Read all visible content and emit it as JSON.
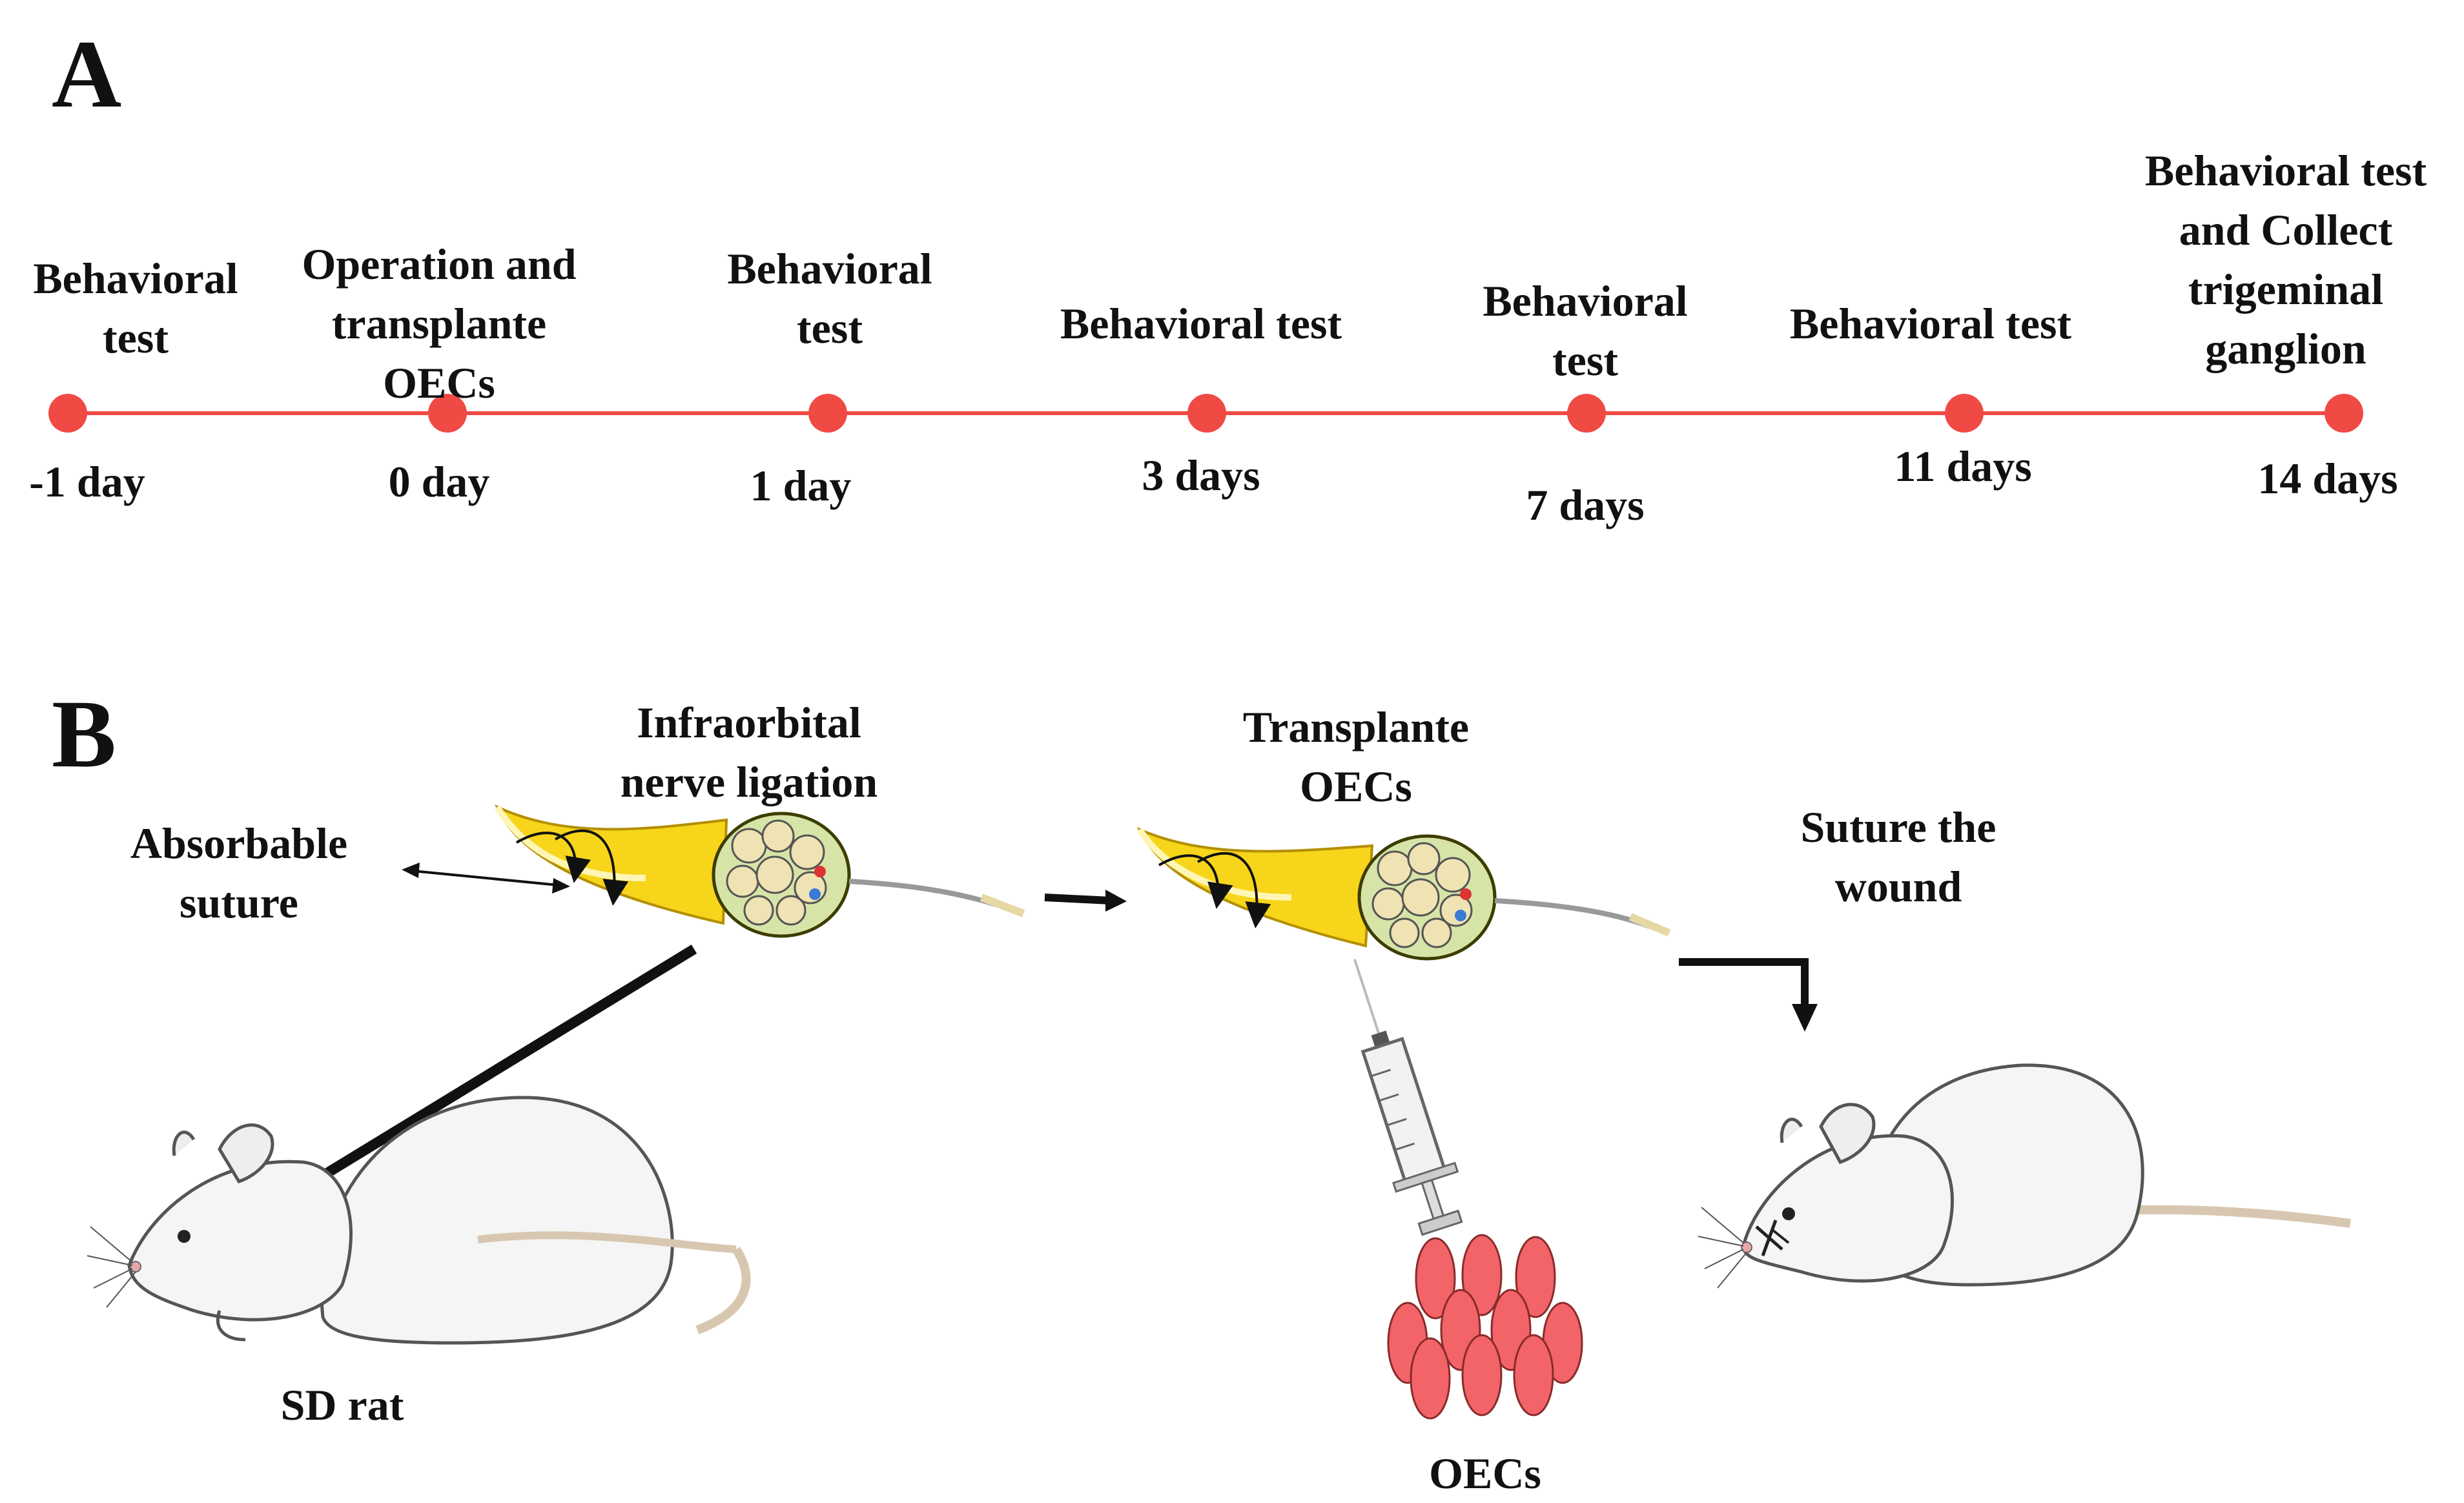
{
  "panel_a": {
    "label": "A",
    "accent_color": "#f04a44",
    "events": [
      {
        "title": [
          "Behavioral",
          "test"
        ],
        "day": "-1 day"
      },
      {
        "title": [
          "Operation and",
          "transplante",
          "OECs"
        ],
        "day": "0 day"
      },
      {
        "title": [
          "Behavioral",
          "test"
        ],
        "day": "1 day"
      },
      {
        "title": [
          "Behavioral test"
        ],
        "day": "3 days"
      },
      {
        "title": [
          "Behavioral",
          "test"
        ],
        "day": "7 days"
      },
      {
        "title": [
          "Behavioral test"
        ],
        "day": "11 days"
      },
      {
        "title": [
          "Behavioral test",
          "and Collect",
          "trigeminal",
          "ganglion"
        ],
        "day": "14 days"
      }
    ]
  },
  "panel_b": {
    "label": "B",
    "nerve_label": [
      "Infraorbital",
      "nerve ligation"
    ],
    "suture_label": [
      "Absorbable",
      "suture"
    ],
    "transplant_label": [
      "Transplante",
      "OECs"
    ],
    "wound_label": [
      "Suture the",
      "wound"
    ],
    "rat_label": "SD rat",
    "cells_label": "OECs",
    "cell_color": "#f26468",
    "nerve_color": "#f7d51b"
  }
}
